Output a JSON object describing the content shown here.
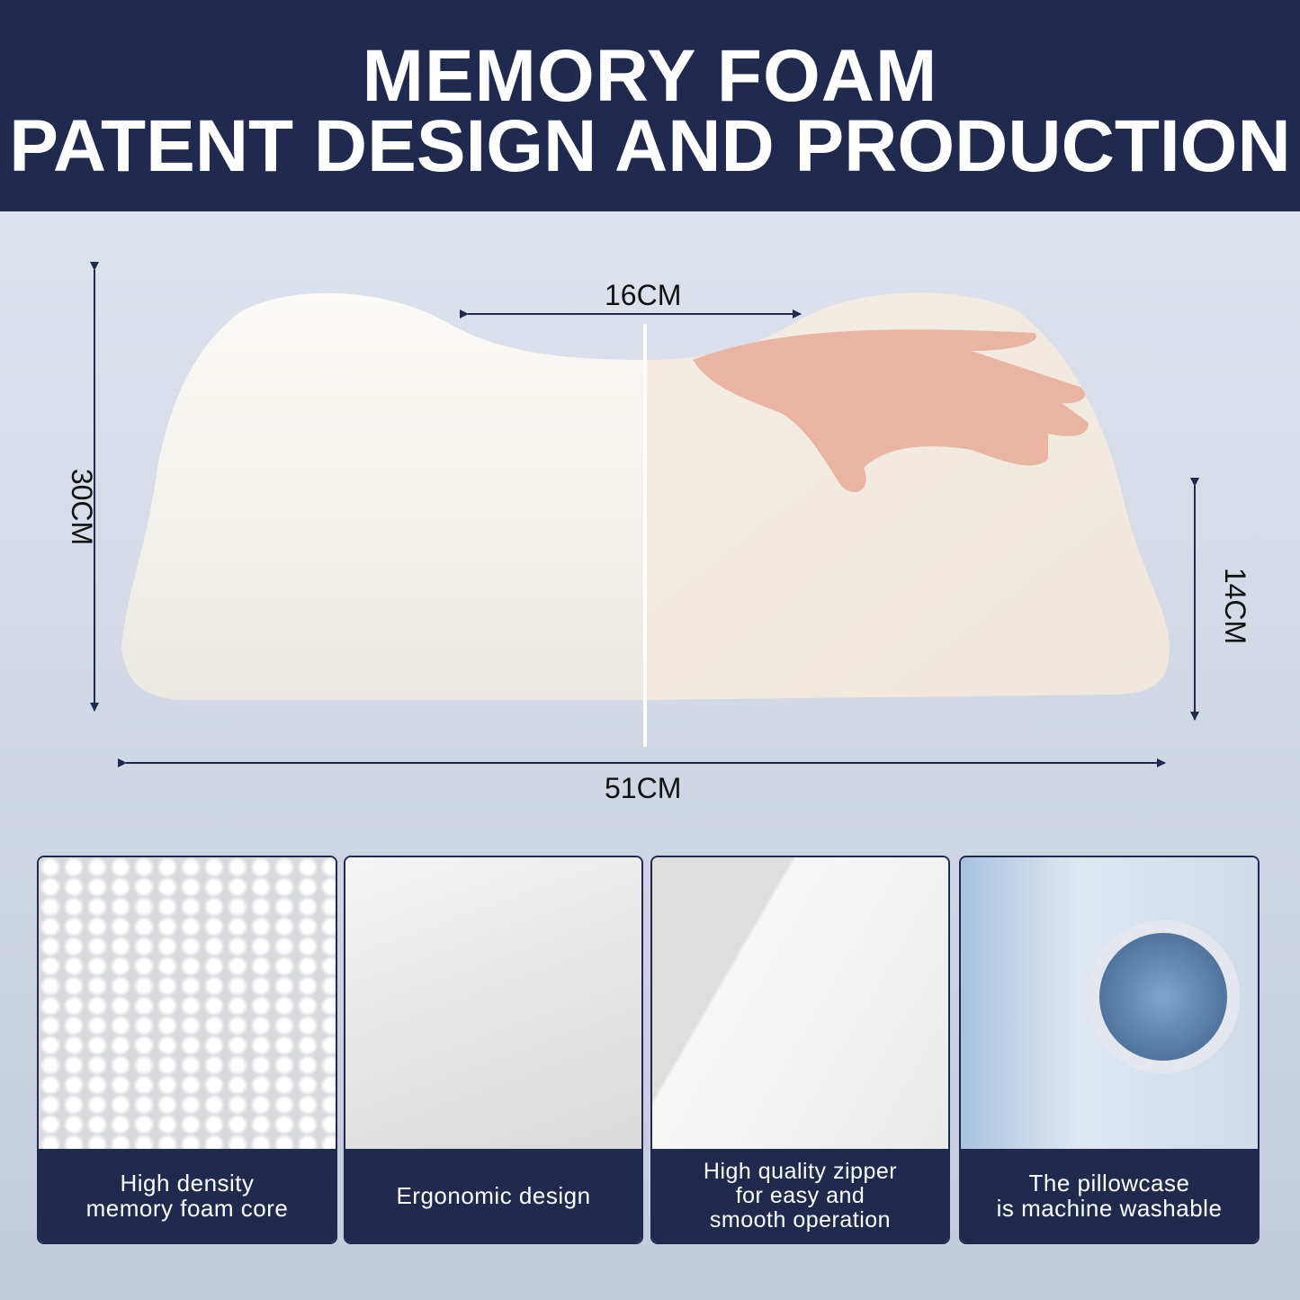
{
  "title": {
    "line1": "MEMORY FOAM",
    "line2": "PATENT DESIGN AND PRODUCTION"
  },
  "dimensions": {
    "height": "30CM",
    "top_width": "16CM",
    "side_height": "14CM",
    "length": "51CM"
  },
  "features": [
    {
      "line1": "High density",
      "line2": "memory foam core"
    },
    {
      "line1": "Ergonomic design"
    },
    {
      "line1": "High quality zipper",
      "line2": "for easy and",
      "line3": "smooth operation"
    },
    {
      "line1": "The pillowcase",
      "line2": "is machine washable"
    }
  ],
  "colors": {
    "navy": "#1f2a4e"
  }
}
